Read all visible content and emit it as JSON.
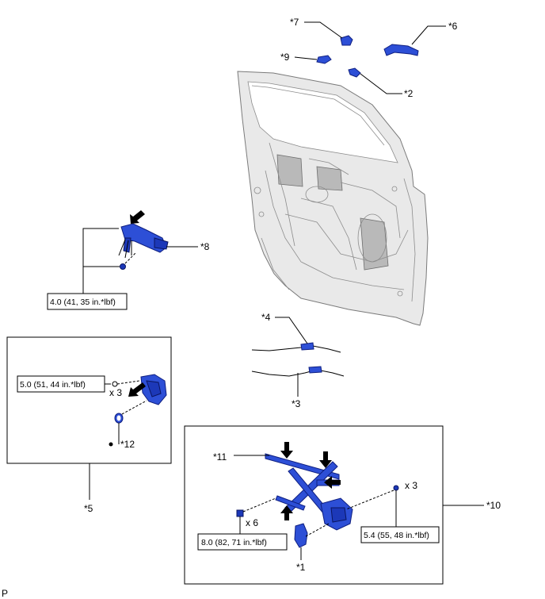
{
  "callouts": {
    "c1": "*1",
    "c2": "*2",
    "c3": "*3",
    "c4": "*4",
    "c5": "*5",
    "c6": "*6",
    "c7": "*7",
    "c8": "*8",
    "c9": "*9",
    "c10": "*10",
    "c11": "*11",
    "c12": "*12"
  },
  "torque": {
    "bolt_upper": "4.0 (41, 35 in.*lbf)",
    "lock": "5.0 (51, 44 in.*lbf)",
    "regulator_bolt": "8.0 (82, 71 in.*lbf)",
    "regulator_nut": "5.4 (55, 48 in.*lbf)"
  },
  "quantities": {
    "lock_screws": "x 3",
    "regulator_bolts": "x 6",
    "regulator_nuts": "x 3"
  },
  "page_marker": "P",
  "colors": {
    "part_blue": "#2d4fd6",
    "door_gray": "#e9e9e9"
  }
}
